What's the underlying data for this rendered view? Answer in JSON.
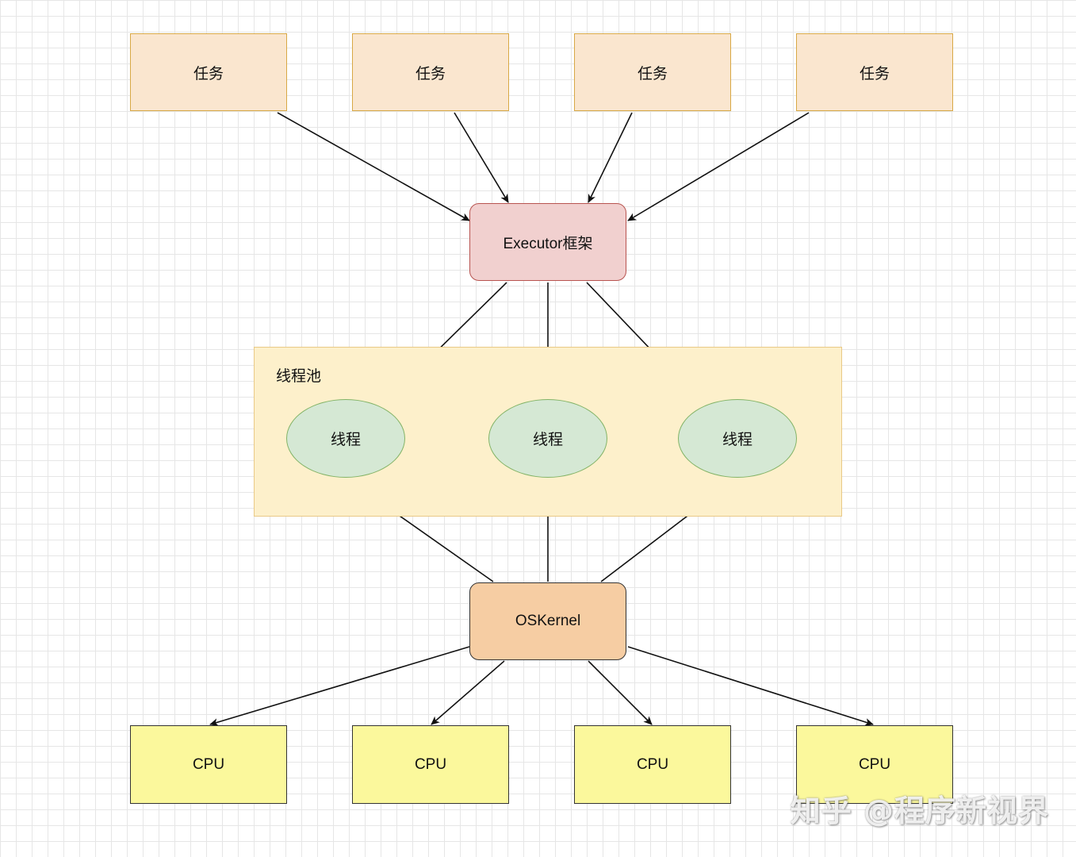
{
  "tasks": [
    "任务",
    "任务",
    "任务",
    "任务"
  ],
  "executor": "Executor框架",
  "pool": {
    "label": "线程池",
    "threads": [
      "线程",
      "线程",
      "线程"
    ]
  },
  "kernel": "OSKernel",
  "cpus": [
    "CPU",
    "CPU",
    "CPU",
    "CPU"
  ],
  "watermark": "知乎 @程序新视界",
  "colors": {
    "task_fill": "#fae6cf",
    "task_border": "#d8a845",
    "executor_fill": "#f1d0cf",
    "executor_border": "#b85450",
    "pool_fill": "#fdf0cb",
    "thread_fill": "#d5e8d4",
    "thread_border": "#82b366",
    "kernel_fill": "#f6cda3",
    "cpu_fill": "#fbf89c"
  }
}
